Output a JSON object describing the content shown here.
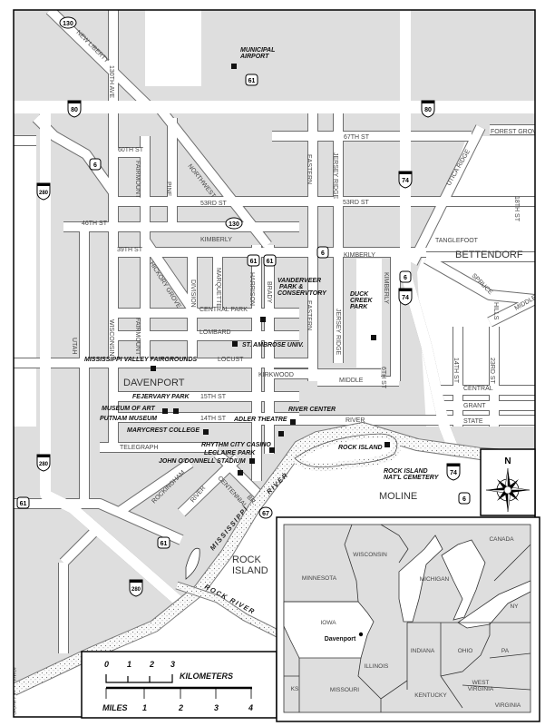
{
  "streets": {
    "new_liberty": "NEW LIBERTY",
    "ave_130": "130TH AVE",
    "st_60": "60TH ST",
    "fairmount": "FAIRMOUNT",
    "pine": "PINE",
    "northwest": "NORTHWEST",
    "st_53_w": "53RD ST",
    "st_53_e": "53RD ST",
    "st_46": "46TH ST",
    "st_39": "39TH ST",
    "kimberly_w": "KIMBERLY",
    "kimberly_e": "KIMBERLY",
    "kimberly_v": "KIMBERLY",
    "hickory_grove": "HICKORY GROVE",
    "division": "DIVISION",
    "marquette": "MARQUETTE",
    "harrison": "HARRISON",
    "brady": "BRADY",
    "central_park": "CENTRAL PARK",
    "lombard": "LOMBARD",
    "locust": "LOCUST",
    "kirkwood": "KIRKWOOD",
    "st_15": "15TH ST",
    "st_14": "14TH ST",
    "telegraph": "TELEGRAPH",
    "wisconsin": "WISCONSIN",
    "fairmount_s": "FAIRMOUNT",
    "utah": "UTAH",
    "eastern_n": "EASTERN",
    "eastern_s": "EASTERN",
    "jersey_ridge_n": "JERSEY RIDGE",
    "jersey_ridge_s": "JERSEY RIDGE",
    "st_67": "67TH ST",
    "forest_grove": "FOREST GROVE",
    "utica_ridge": "UTICA RIDGE",
    "st_18": "18TH ST",
    "tanglefoot": "TANGLEFOOT",
    "spruce": "SPRUCE",
    "hills": "HILLS",
    "middle_e": "MIDDLE",
    "middle_w": "MIDDLE",
    "st_6": "6TH ST",
    "st_14_e": "14TH ST",
    "st_23": "23RD ST",
    "central": "CENTRAL",
    "grant": "GRANT",
    "state": "STATE",
    "river_st": "RIVER",
    "rockingham": "ROCKINGHAM",
    "river_sw": "RIVER",
    "centennial": "CENTENNIAL",
    "br": "BR."
  },
  "places": {
    "airport": [
      "MUNICIPAL",
      "AIRPORT"
    ],
    "vanderveer": [
      "VANDERVEER",
      "PARK &",
      "CONSERVTORY"
    ],
    "duck_creek": [
      "DUCK",
      "CREEK",
      "PARK"
    ],
    "st_ambrose": "ST. AMBROSE UNIV.",
    "fairgrounds": "MISSISSIPPI VALLEY FAIRGROUNDS",
    "fejervary": "FEJERVARY PARK",
    "museum_art": "MUSEUM OF ART",
    "putnam": "PUTNAM MUSEUM",
    "marycrest": "MARYCREST COLLEGE",
    "adler": "ADLER THEATRE",
    "river_center": "RIVER CENTER",
    "rhythm_city": "RHYTHM CITY CASINO",
    "leclaire": "LECLAIRE PARK",
    "stadium": "JOHN O'DONNELL STADIUM",
    "rock_island_arsenal": "ROCK ISLAND",
    "cemetery": [
      "ROCK ISLAND",
      "NAT'L CEMETERY"
    ]
  },
  "cities": {
    "davenport": "DAVENPORT",
    "bettendorf": "BETTENDORF",
    "moline": "MOLINE",
    "rock_island": [
      "ROCK",
      "ISLAND"
    ]
  },
  "water": {
    "mississippi": "MISSISSIPPI",
    "river": "RIVER",
    "rock_river": "ROCK RIVER"
  },
  "borders": {
    "iowa": "IOWA",
    "illinois": "ILLINOIS"
  },
  "shields": {
    "sr130_a": "130",
    "sr130_b": "130",
    "i80_a": "80",
    "i80_b": "80",
    "us6_a": "6",
    "us6_b": "6",
    "us6_c": "6",
    "us6_d": "6",
    "i280_a": "280",
    "i280_b": "280",
    "i280_c": "280",
    "us61_a": "61",
    "us61_b": "61",
    "us61_c": "61",
    "us61_d": "61",
    "us61_e": "61",
    "i74_a": "74",
    "i74_b": "74",
    "i74_c": "74",
    "sr67": "67"
  },
  "scale": {
    "km_ticks": [
      "0",
      "1",
      "2",
      "3"
    ],
    "km_label": "KILOMETERS",
    "miles_label": "MILES",
    "mile_ticks": [
      "1",
      "2",
      "3",
      "4"
    ]
  },
  "compass": {
    "north": "N"
  },
  "inset": {
    "canada": "CANADA",
    "wisconsin": "WISCONSIN",
    "minnesota": "MINNESOTA",
    "michigan": "MICHIGAN",
    "ny": "NY",
    "iowa": "IOWA",
    "davenport": "Davenport",
    "illinois": "ILLINOIS",
    "indiana": "INDIANA",
    "ohio": "OHIO",
    "pa": "PA",
    "ks": "KS",
    "missouri": "MISSOURI",
    "kentucky": "KENTUCKY",
    "west": "WEST",
    "virginia_w": "VIRGINIA",
    "virginia": "VIRGINIA"
  },
  "colors": {
    "land": "#dedede",
    "road": "#ffffff",
    "outline": "#6d6d6d",
    "marker": "#111111"
  }
}
